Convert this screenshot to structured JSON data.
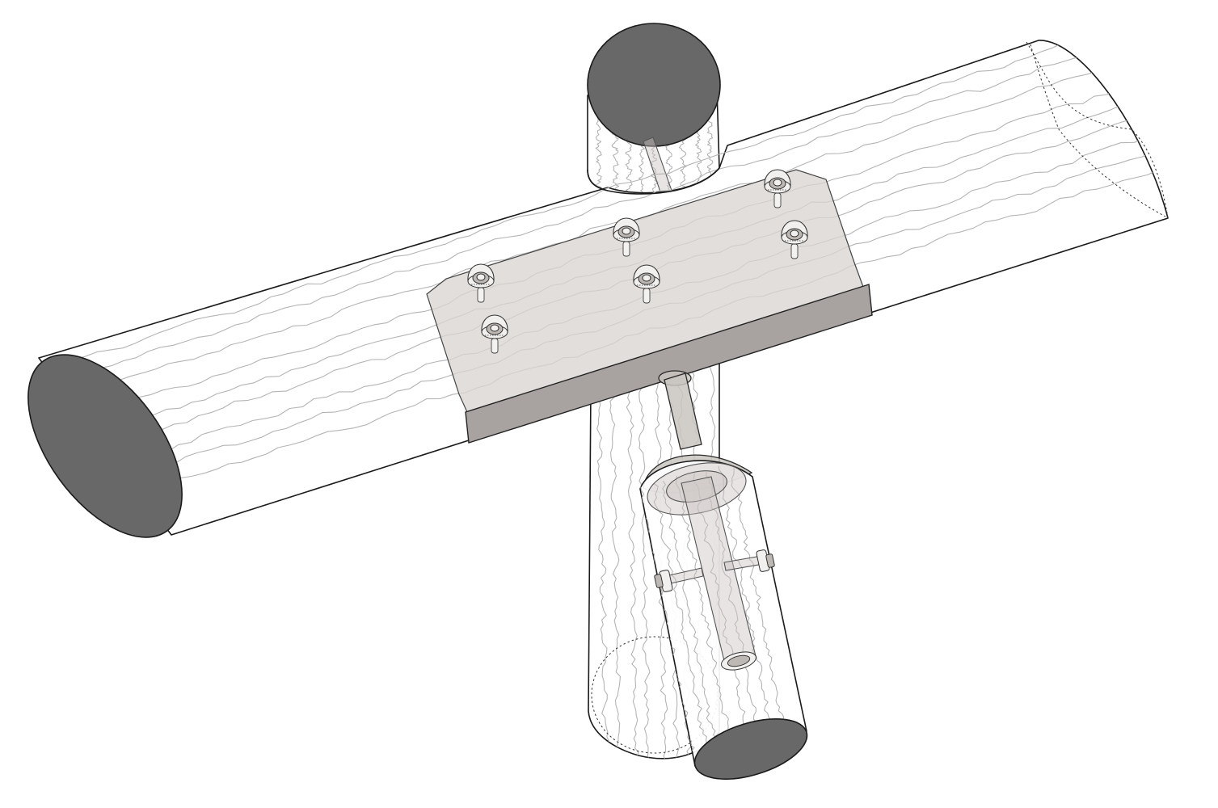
{
  "figure": {
    "description_words": [],
    "colors": {
      "background": "#ffffff",
      "end_cap": "#686868",
      "steel_plate": "#d9d5d1",
      "steel_flange": "#a8a3a0",
      "wood_grain": "#b4b4b4",
      "outline": "#1a1a1a"
    },
    "components": {
      "horizontal_log": "wood-log",
      "vertical_post": "wood-post",
      "diagonal_strut": "wood-strut",
      "bracket": "steel-plate-bracket",
      "connector": "steel-tube-connector",
      "bolt_count": 6,
      "cross_bolt_count": 2
    }
  }
}
